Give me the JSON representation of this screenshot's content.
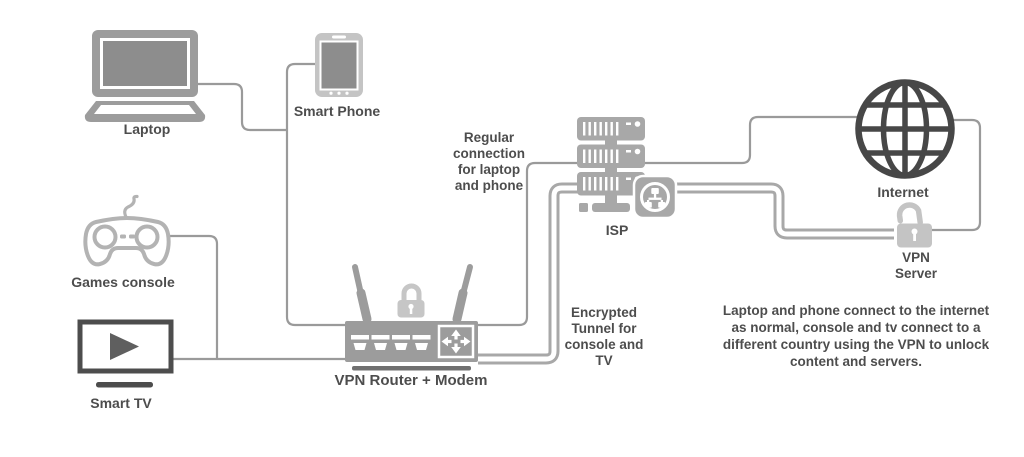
{
  "diagram": {
    "title_context": "VPN home network diagram",
    "nodes": {
      "laptop": {
        "label": "Laptop"
      },
      "smart_phone": {
        "label": "Smart Phone"
      },
      "games_console": {
        "label": "Games console"
      },
      "smart_tv": {
        "label": "Smart TV"
      },
      "vpn_router": {
        "label": "VPN Router + Modem"
      },
      "isp": {
        "label": "ISP"
      },
      "internet": {
        "label": "Internet"
      },
      "vpn_server": {
        "lines": [
          "VPN",
          "Server"
        ]
      }
    },
    "annotations": {
      "regular_connection": {
        "lines": [
          "Regular",
          "connection",
          "for laptop",
          "and phone"
        ]
      },
      "encrypted_tunnel": {
        "lines": [
          "Encrypted",
          "Tunnel for",
          "console and",
          "TV"
        ]
      },
      "description": {
        "lines": [
          "Laptop and phone connect to the internet",
          "as normal, console and tv connect to a",
          "different country using the VPN to unlock",
          "content and servers."
        ]
      }
    },
    "icons": [
      "laptop-icon",
      "smartphone-icon",
      "games-console-icon",
      "smart-tv-icon",
      "router-icon",
      "lock-icon",
      "isp-servers-icon",
      "network-hub-icon",
      "globe-icon",
      "open-lock-icon"
    ],
    "colors": {
      "line": "#9a9a9a",
      "tunnel": "#a8a8a8",
      "icon_gray": "#9c9c9c",
      "icon_light_gray": "#c4c4c4",
      "server_gray": "#a8a8a8",
      "outline_gray": "#b3b3b3",
      "dark_icon": "#474747",
      "text": "#4d4d4d",
      "screen_gray": "#8d8d8d"
    }
  }
}
